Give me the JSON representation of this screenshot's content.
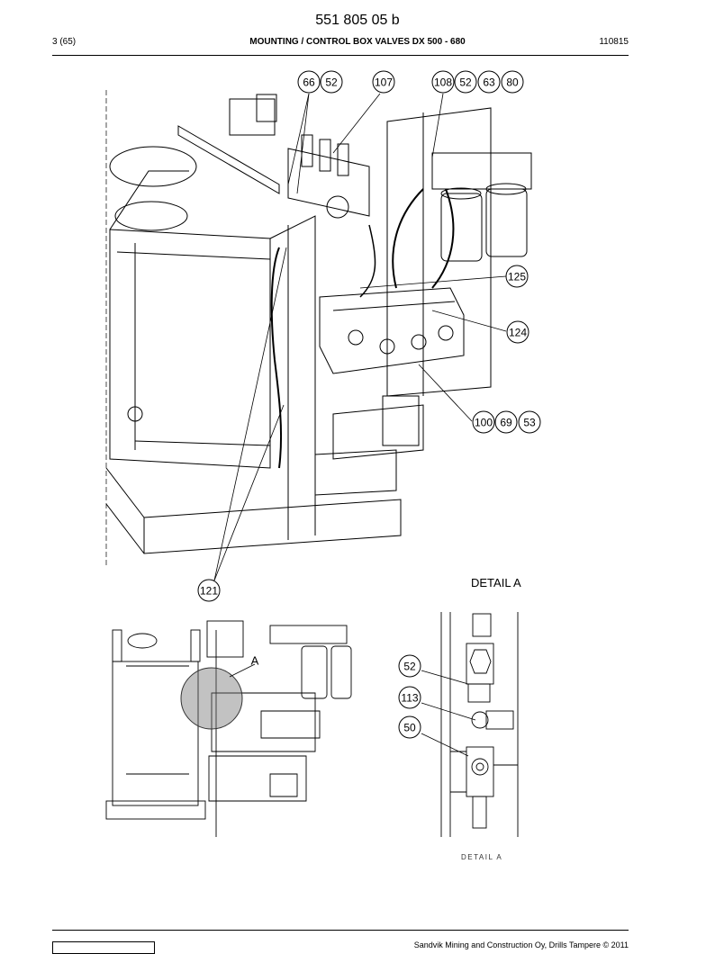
{
  "header": {
    "doc_number": "551 805 05 b",
    "page_info": "3 (65)",
    "title": "MOUNTING / CONTROL BOX VALVES DX 500 - 680",
    "date_code": "110815"
  },
  "callouts_main": [
    "66",
    "52",
    "107",
    "108",
    "52",
    "63",
    "80",
    "125",
    "124",
    "100",
    "69",
    "53",
    "121"
  ],
  "detail": {
    "heading": "DETAIL A",
    "marker": "A",
    "callouts": [
      "52",
      "113",
      "50"
    ],
    "caption": "DETAIL A"
  },
  "footer": {
    "copyright": "Sandvik Mining and Construction Oy, Drills Tampere © 2011"
  }
}
